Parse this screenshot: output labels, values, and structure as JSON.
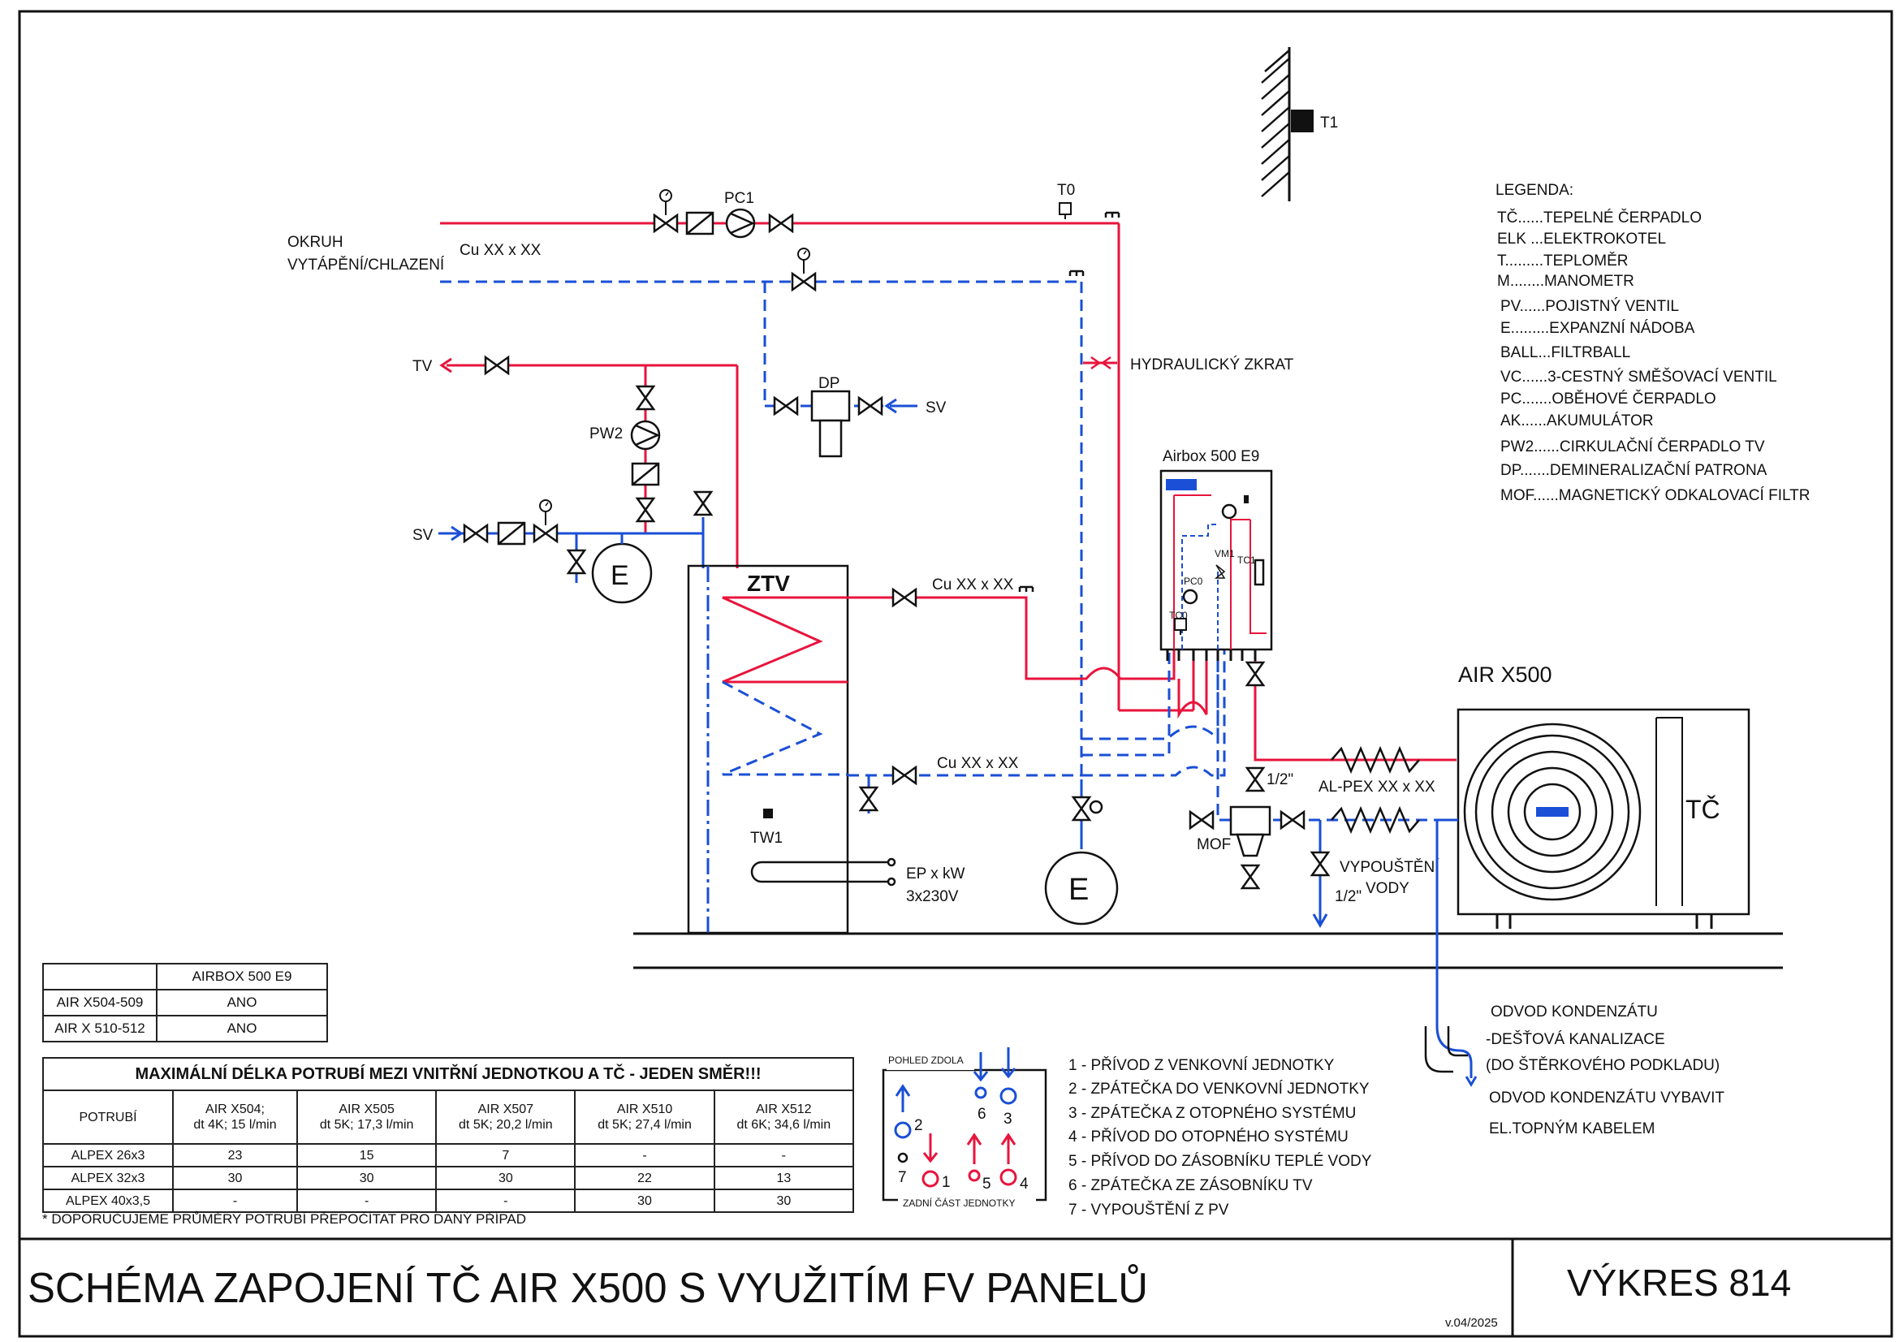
{
  "labels": {
    "t1": "T1",
    "t0": "T0",
    "pc1": "PC1",
    "okruh": "OKRUH",
    "vytapeni": "VYTÁPĚNÍ/CHLAZENÍ",
    "cu_top": "Cu XX x XX",
    "tv": "TV",
    "sv_dp": "SV",
    "dp": "DP",
    "hydraulic": "HYDRAULICKÝ ZKRAT",
    "pw2": "PW2",
    "sv_left": "SV",
    "e_left": "E",
    "ztv": "ZTV",
    "cu_mid": "Cu XX x XX",
    "cu_low": "Cu XX x XX",
    "tw1": "TW1",
    "ep": "EP x kW",
    "ep_v": "3x230V",
    "e_bottom": "E",
    "airbox": "Airbox 500 E9",
    "air_x500": "AIR X500",
    "tc": "TČ",
    "half1": "1/2\"",
    "alpex": "AL-PEX XX x XX",
    "mof": "MOF",
    "vypousteni1": "VYPOUŠTĚNÍ",
    "vypousteni2": "VODY",
    "half2": "1/2\"",
    "mini_pc0": "PC0",
    "mini_tc0": "TC0",
    "mini_vm1": "VM1",
    "mini_tc1": "TC1"
  },
  "legend": {
    "title": "LEGENDA:",
    "items": [
      "TČ......TEPELNÉ ČERPADLO",
      "ELK ...ELEKTROKOTEL",
      "T.........TEPLOMĚR",
      "M........MANOMETR",
      "PV......POJISTNÝ VENTIL",
      "E.........EXPANZNÍ NÁDOBA",
      "BALL...FILTRBALL",
      "VC......3-CESTNÝ SMĚŠOVACÍ VENTIL",
      "PC.......OBĚHOVÉ ČERPADLO",
      "AK......AKUMULÁTOR",
      "PW2......CIRKULAČNÍ ČERPADLO TV",
      "DP.......DEMINERALIZAČNÍ PATRONA",
      "MOF......MAGNETICKÝ ODKALOVACÍ FILTR"
    ]
  },
  "condensate": {
    "lines": [
      "ODVOD KONDENZÁTU",
      "-DEŠŤOVÁ KANALIZACE",
      "(DO ŠTĚRKOVÉHO PODKLADU)",
      "ODVOD KONDENZÁTU VYBAVIT",
      "EL.TOPNÝM KABELEM"
    ]
  },
  "airbox_table": {
    "header": [
      "",
      "AIRBOX 500 E9"
    ],
    "rows": [
      [
        "AIR X504-509",
        "ANO"
      ],
      [
        "AIR X 510-512",
        "ANO"
      ]
    ]
  },
  "pipe_table": {
    "title": "MAXIMÁLNÍ DÉLKA POTRUBÍ MEZI VNITŘNÍ JEDNOTKOU A TČ - JEDEN SMĚR!!!",
    "col_head": "POTRUBÍ",
    "cols": [
      [
        "AIR X504;",
        "dt 4K; 15 l/min"
      ],
      [
        "AIR X505",
        "dt 5K; 17,3 l/min"
      ],
      [
        "AIR X507",
        "dt 5K; 20,2 l/min"
      ],
      [
        "AIR X510",
        "dt 5K; 27,4 l/min"
      ],
      [
        "AIR X512",
        "dt 6K; 34,6 l/min"
      ]
    ],
    "rows": [
      [
        "ALPEX 26x3",
        "23",
        "15",
        "7",
        "-",
        "-"
      ],
      [
        "ALPEX 32x3",
        "30",
        "30",
        "30",
        "22",
        "13"
      ],
      [
        "ALPEX 40x3,5",
        "-",
        "-",
        "-",
        "30",
        "30"
      ]
    ],
    "footnote": "* DOPORUČUJEME PRŮMĚRY POTRUBÍ PŘEPOČÍTAT PRO DANÝ PŘÍPAD"
  },
  "connector_view": {
    "top": "POHLED ZDOLA",
    "bottom": "ZADNÍ ČÁST JEDNOTKY",
    "nums": [
      "2",
      "6",
      "3",
      "7",
      "1",
      "5",
      "4"
    ]
  },
  "connections": [
    "1 - PŘÍVOD Z VENKOVNÍ JEDNOTKY",
    "2 - ZPÁTEČKA DO VENKOVNÍ JEDNOTKY",
    "3 - ZPÁTEČKA Z OTOPNÉHO SYSTÉMU",
    "4 - PŘÍVOD DO OTOPNÉHO SYSTÉMU",
    "5 - PŘÍVOD DO ZÁSOBNÍKU TEPLÉ VODY",
    "6 - ZPÁTEČKA ZE ZÁSOBNÍKU TV",
    "7 - VYPOUŠTĚNÍ Z PV"
  ],
  "title_block": {
    "title": "SCHÉMA ZAPOJENÍ TČ AIR X500 S VYUŽITÍM FV PANELŮ",
    "drawing": "VÝKRES 814",
    "version": "v.04/2025"
  },
  "colors": {
    "supply": "#e8143c",
    "return": "#1a4fd6",
    "line": "#111111"
  }
}
